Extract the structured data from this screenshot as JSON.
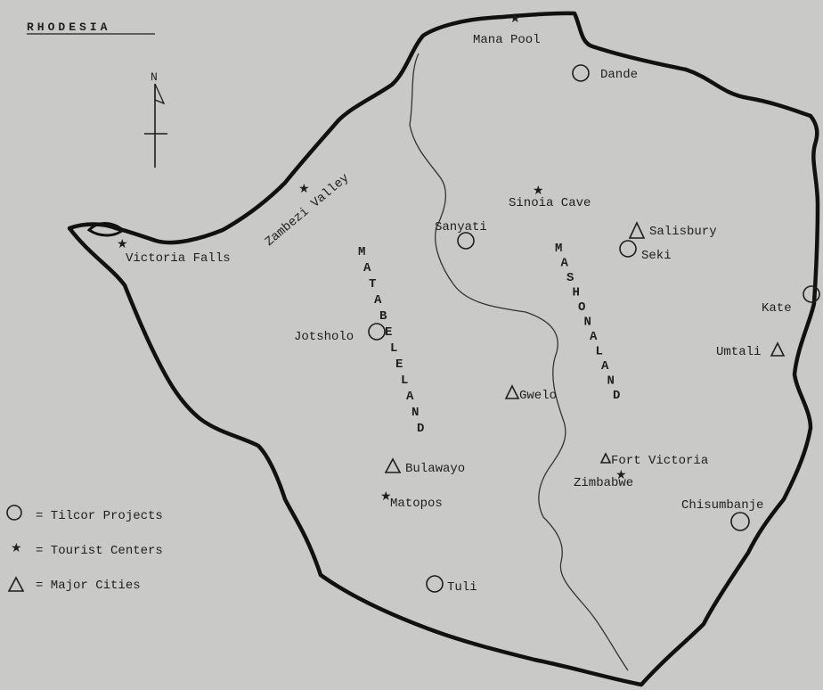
{
  "map": {
    "title": "RHODESIA",
    "north_label": "N",
    "regions": [
      "MATABELELAND",
      "MASHONALAND"
    ],
    "places": {
      "mana_pool": "Mana Pool",
      "dande": "Dande",
      "zambezi_valley": "Zambezi Valley",
      "sinoia_cave": "Sinoia Cave",
      "sanyati": "Sanyati",
      "salisbury": "Salisbury",
      "seki": "Seki",
      "victoria_falls": "Victoria Falls",
      "kate": "Kate",
      "jotsholo": "Jotsholo",
      "umtali": "Umtali",
      "gwelo": "Gwelo",
      "bulawayo": "Bulawayo",
      "fort_victoria": "Fort Victoria",
      "zimbabwe": "Zimbabwe",
      "matopos": "Matopos",
      "chisumbanje": "Chisumbanje",
      "tuli": "Tuli"
    },
    "legend": {
      "tilcor": "= Tilcor Projects",
      "tourist": "= Tourist Centers",
      "cities": "= Major Cities"
    },
    "symbols": {
      "tilcor": "circle",
      "tourist": "star",
      "cities": "triangle"
    },
    "colors": {
      "background": "#c9c9c7",
      "ink": "#1e1e1e"
    }
  }
}
